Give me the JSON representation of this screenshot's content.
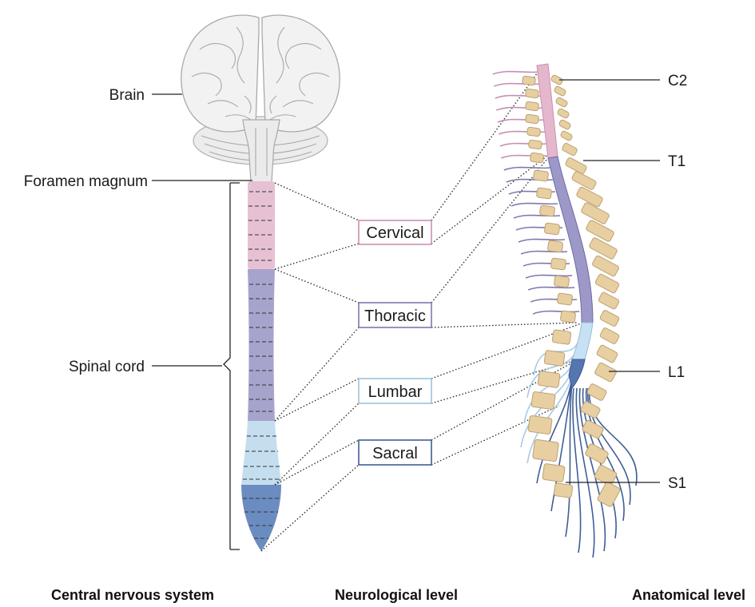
{
  "labels": {
    "brain": "Brain",
    "foramen_magnum": "Foramen magnum",
    "spinal_cord": "Spinal cord"
  },
  "levels": {
    "cervical": "Cervical",
    "thoracic": "Thoracic",
    "lumbar": "Lumbar",
    "sacral": "Sacral"
  },
  "anatomical": {
    "c2": "C2",
    "t1": "T1",
    "l1": "L1",
    "s1": "S1"
  },
  "footer": {
    "cns": "Central nervous system",
    "neuro": "Neurological level",
    "anat": "Anatomical level"
  },
  "colors": {
    "cervical": "#e6c1d4",
    "thoracic": "#a6a4cc",
    "lumbar": "#c4def0",
    "sacral": "#6a8cc0",
    "vertebra": "#e7cfa1",
    "vertebra_outline": "#bda173",
    "brain": "#f0f0f0"
  }
}
